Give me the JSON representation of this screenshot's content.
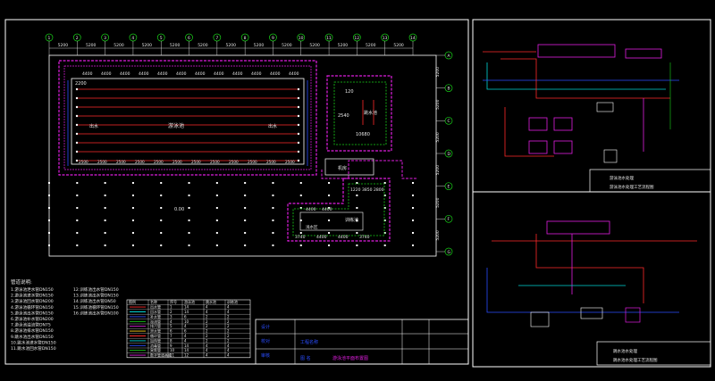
{
  "colors": {
    "bg": "#000000",
    "frame": "#ffffff",
    "grid_green": "#19d219",
    "pool_magenta": "#e01ee0",
    "pipe_red": "#ff2a2a",
    "pipe_cyan": "#00d6d6",
    "pipe_blue": "#2a4dff",
    "pipe_yellow": "#ffd21a",
    "text_white": "#e6e6e6"
  },
  "grid_top": {
    "bubbles": [
      "1",
      "2",
      "3",
      "4",
      "5",
      "6",
      "7",
      "8",
      "9",
      "10",
      "11",
      "12",
      "13",
      "14"
    ],
    "dims": [
      "5200",
      "5200",
      "5200",
      "5200",
      "5200",
      "5200",
      "5200",
      "5200",
      "5200",
      "5200",
      "5200",
      "5200",
      "5200"
    ]
  },
  "grid_right": {
    "bubbles": [
      "A",
      "B",
      "C",
      "D",
      "E",
      "F",
      "G"
    ],
    "dims": [
      "5200",
      "5200",
      "5200",
      "5200",
      "5200",
      "5200"
    ]
  },
  "main_pool": {
    "lane_dims": [
      "4400",
      "4400",
      "4400",
      "4400",
      "4400",
      "4400",
      "4400",
      "4400",
      "4400",
      "4400",
      "4400",
      "4400"
    ],
    "corner_dim": "2200",
    "label": "游泳池",
    "inlet_label": "出水",
    "bottom_dims": [
      "2500",
      "2500",
      "2500",
      "2500",
      "2500",
      "2500",
      "2500",
      "2500",
      "2500",
      "2500",
      "2500",
      "2500"
    ]
  },
  "diving_pool": {
    "label": "跳水池",
    "dim_a": "2540",
    "dim_b": "10680",
    "dim_c": "120"
  },
  "training_pool": {
    "label": "训练池",
    "dims_top": [
      "1220",
      "3850",
      "2800"
    ],
    "dims_mid": [
      "4400",
      "4400"
    ],
    "dims_bottom": [
      "3740",
      "4400",
      "4400",
      "3740"
    ],
    "sub_label": "浅水区"
  },
  "machine_room": "机房",
  "floor_mark": "0.00",
  "legend_notes": {
    "title": "管道说明:",
    "col1": [
      "1.游泳池泄水管DN150",
      "2.游泳池进水管DN150",
      "3.游泳池回水管DN200",
      "4.游泳池循环管DN150",
      "5.游泳池出水管DN150",
      "6.游泳池补水管DN200",
      "7.游泳池溢流管DN75",
      "8.游泳池排水管DN150",
      "9.跳水池出水管DN150",
      "10.跳水池进水管DN150",
      "11.跳水池回水管DN150"
    ],
    "col2": [
      "12.训练池出水管DN150",
      "13.训练池出水管DN150",
      "14.训练池出水管DN50",
      "15.训练池循环管DN150",
      "16.训练池出水管DN100"
    ]
  },
  "legend_table": {
    "headers": [
      "图例",
      "名称",
      "序号",
      "游泳池",
      "跳水池",
      "训练池"
    ],
    "rows": [
      [
        "",
        "出水管",
        "1",
        "14",
        "4",
        "4"
      ],
      [
        "",
        "回水管",
        "2",
        "14",
        "4",
        "4"
      ],
      [
        "",
        "补水管",
        "3",
        "6",
        "2",
        "2"
      ],
      [
        "",
        "溢流管",
        "4",
        "10",
        "2",
        "2"
      ],
      [
        "",
        "排污管",
        "5",
        "4",
        "2",
        "2"
      ],
      [
        "",
        "泄水管",
        "6",
        "6",
        "2",
        "2"
      ],
      [
        "",
        "循环管",
        "7",
        "4",
        "2",
        "2"
      ],
      [
        "",
        "加热管",
        "8",
        "4",
        "2",
        "2"
      ],
      [
        "",
        "消毒管",
        "9",
        "14",
        "4",
        "4"
      ],
      [
        "",
        "臭氧管",
        "10",
        "14",
        "4",
        "4"
      ],
      [
        "",
        "数字管道高度",
        "11",
        "12",
        "4",
        "4"
      ]
    ]
  },
  "title_block_main": {
    "project": "工程名称",
    "drawing": "游泳池平面布置图",
    "label_a": "图 名",
    "rows": [
      "设计",
      "校对",
      "审核"
    ]
  },
  "title_block_top_right": {
    "line1": "游泳池水处理",
    "line2": "游泳池水处理工艺流程图"
  },
  "title_block_bottom_right": {
    "line1": "跳水池水处理",
    "line2": "跳水池水处理工艺流程图"
  }
}
